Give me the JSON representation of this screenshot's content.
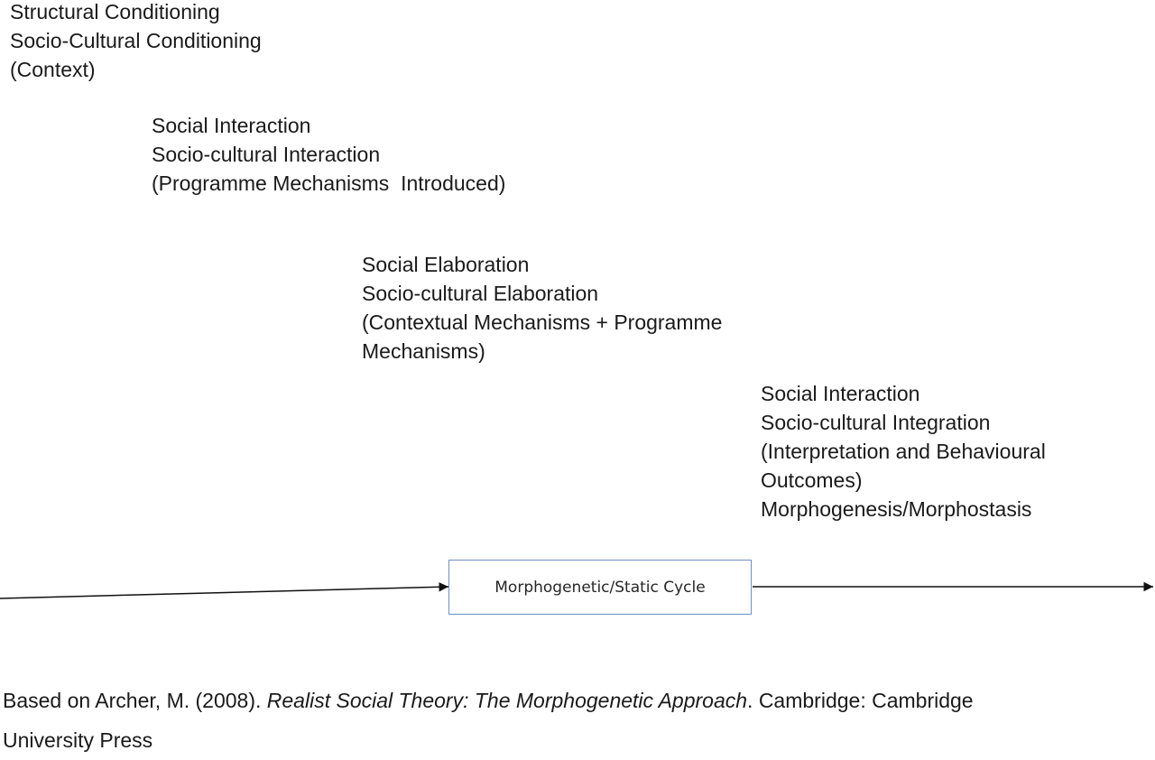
{
  "stages": [
    {
      "lines": [
        "Structural Conditioning",
        "Socio-Cultural Conditioning",
        "(Context)"
      ]
    },
    {
      "lines": [
        "Social Interaction",
        "Socio-cultural Interaction",
        "(Programme Mechanisms  Introduced)"
      ]
    },
    {
      "lines": [
        "Social Elaboration",
        "Socio-cultural Elaboration",
        "(Contextual Mechanisms + Programme",
        "Mechanisms)"
      ]
    },
    {
      "lines": [
        "Social Interaction",
        "Socio-cultural Integration",
        "(Interpretation and Behavioural",
        "Outcomes)",
        "Morphogenesis/Morphostasis"
      ]
    }
  ],
  "cycle_label": "Morphogenetic/Static Cycle",
  "citation": {
    "prefix": "Based on Archer, M. (2008). ",
    "title": "Realist Social Theory: The Morphogenetic Approach",
    "suffix_line1": ". Cambridge: Cambridge",
    "line2": "University Press"
  },
  "colors": {
    "text": "#1a1a1a",
    "box_border": "#6f8fc4",
    "arrow": "#111111"
  }
}
